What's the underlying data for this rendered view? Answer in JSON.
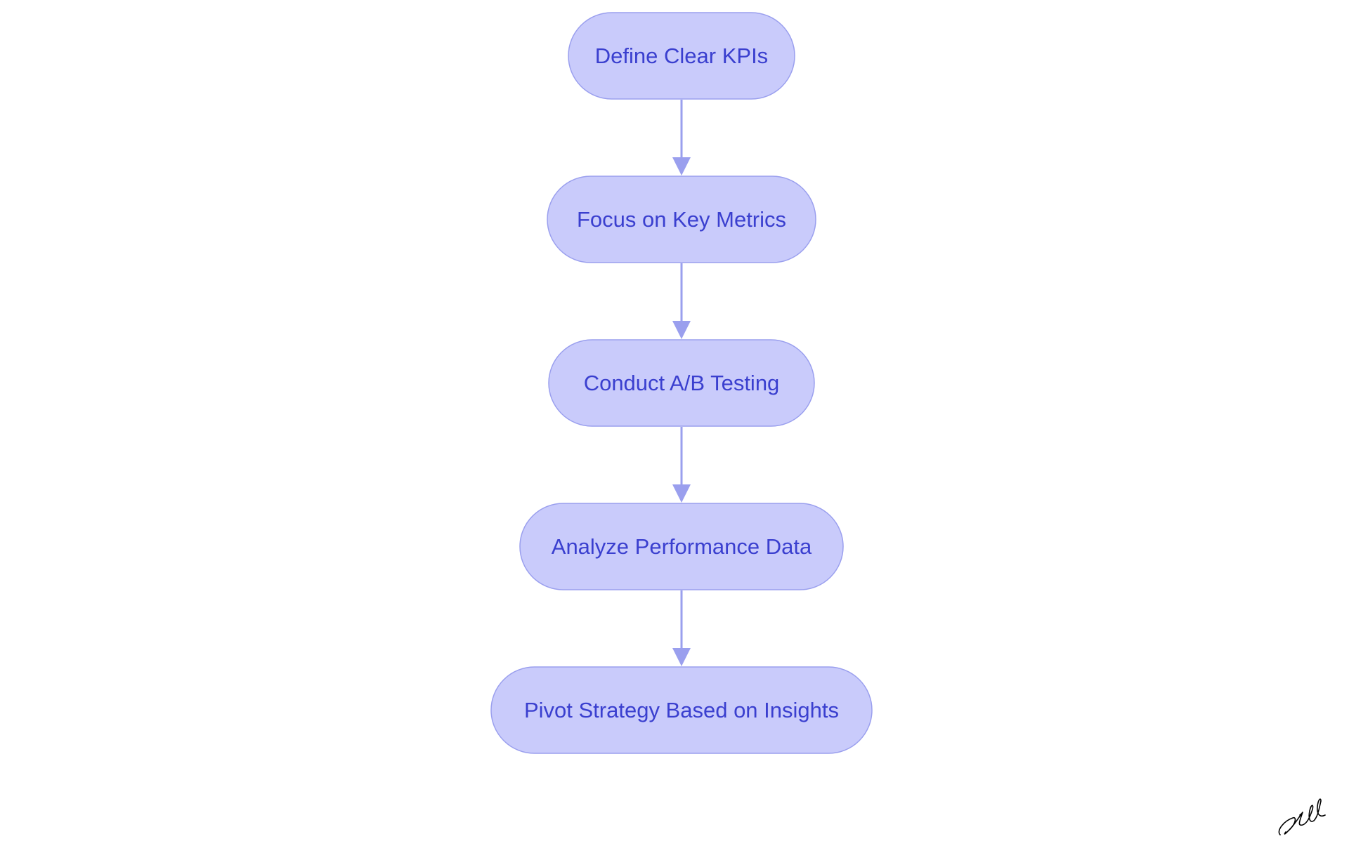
{
  "diagram": {
    "type": "flowchart",
    "direction": "top-to-bottom",
    "node_shape": "stadium",
    "colors": {
      "node_fill": "#c9cbfb",
      "node_border": "#9a9fee",
      "label_text": "#3a3fcf",
      "edge": "#9a9fee"
    },
    "nodes": [
      {
        "id": "kpis",
        "label": "Define Clear KPIs"
      },
      {
        "id": "metrics",
        "label": "Focus on Key Metrics"
      },
      {
        "id": "abtest",
        "label": "Conduct A/B Testing"
      },
      {
        "id": "analyze",
        "label": "Analyze Performance Data"
      },
      {
        "id": "pivot",
        "label": "Pivot Strategy Based on Insights"
      }
    ],
    "edges": [
      {
        "from": "kpis",
        "to": "metrics"
      },
      {
        "from": "metrics",
        "to": "abtest"
      },
      {
        "from": "abtest",
        "to": "analyze"
      },
      {
        "from": "analyze",
        "to": "pivot"
      }
    ]
  },
  "signature": {
    "icon": "handwritten-signature-icon"
  }
}
